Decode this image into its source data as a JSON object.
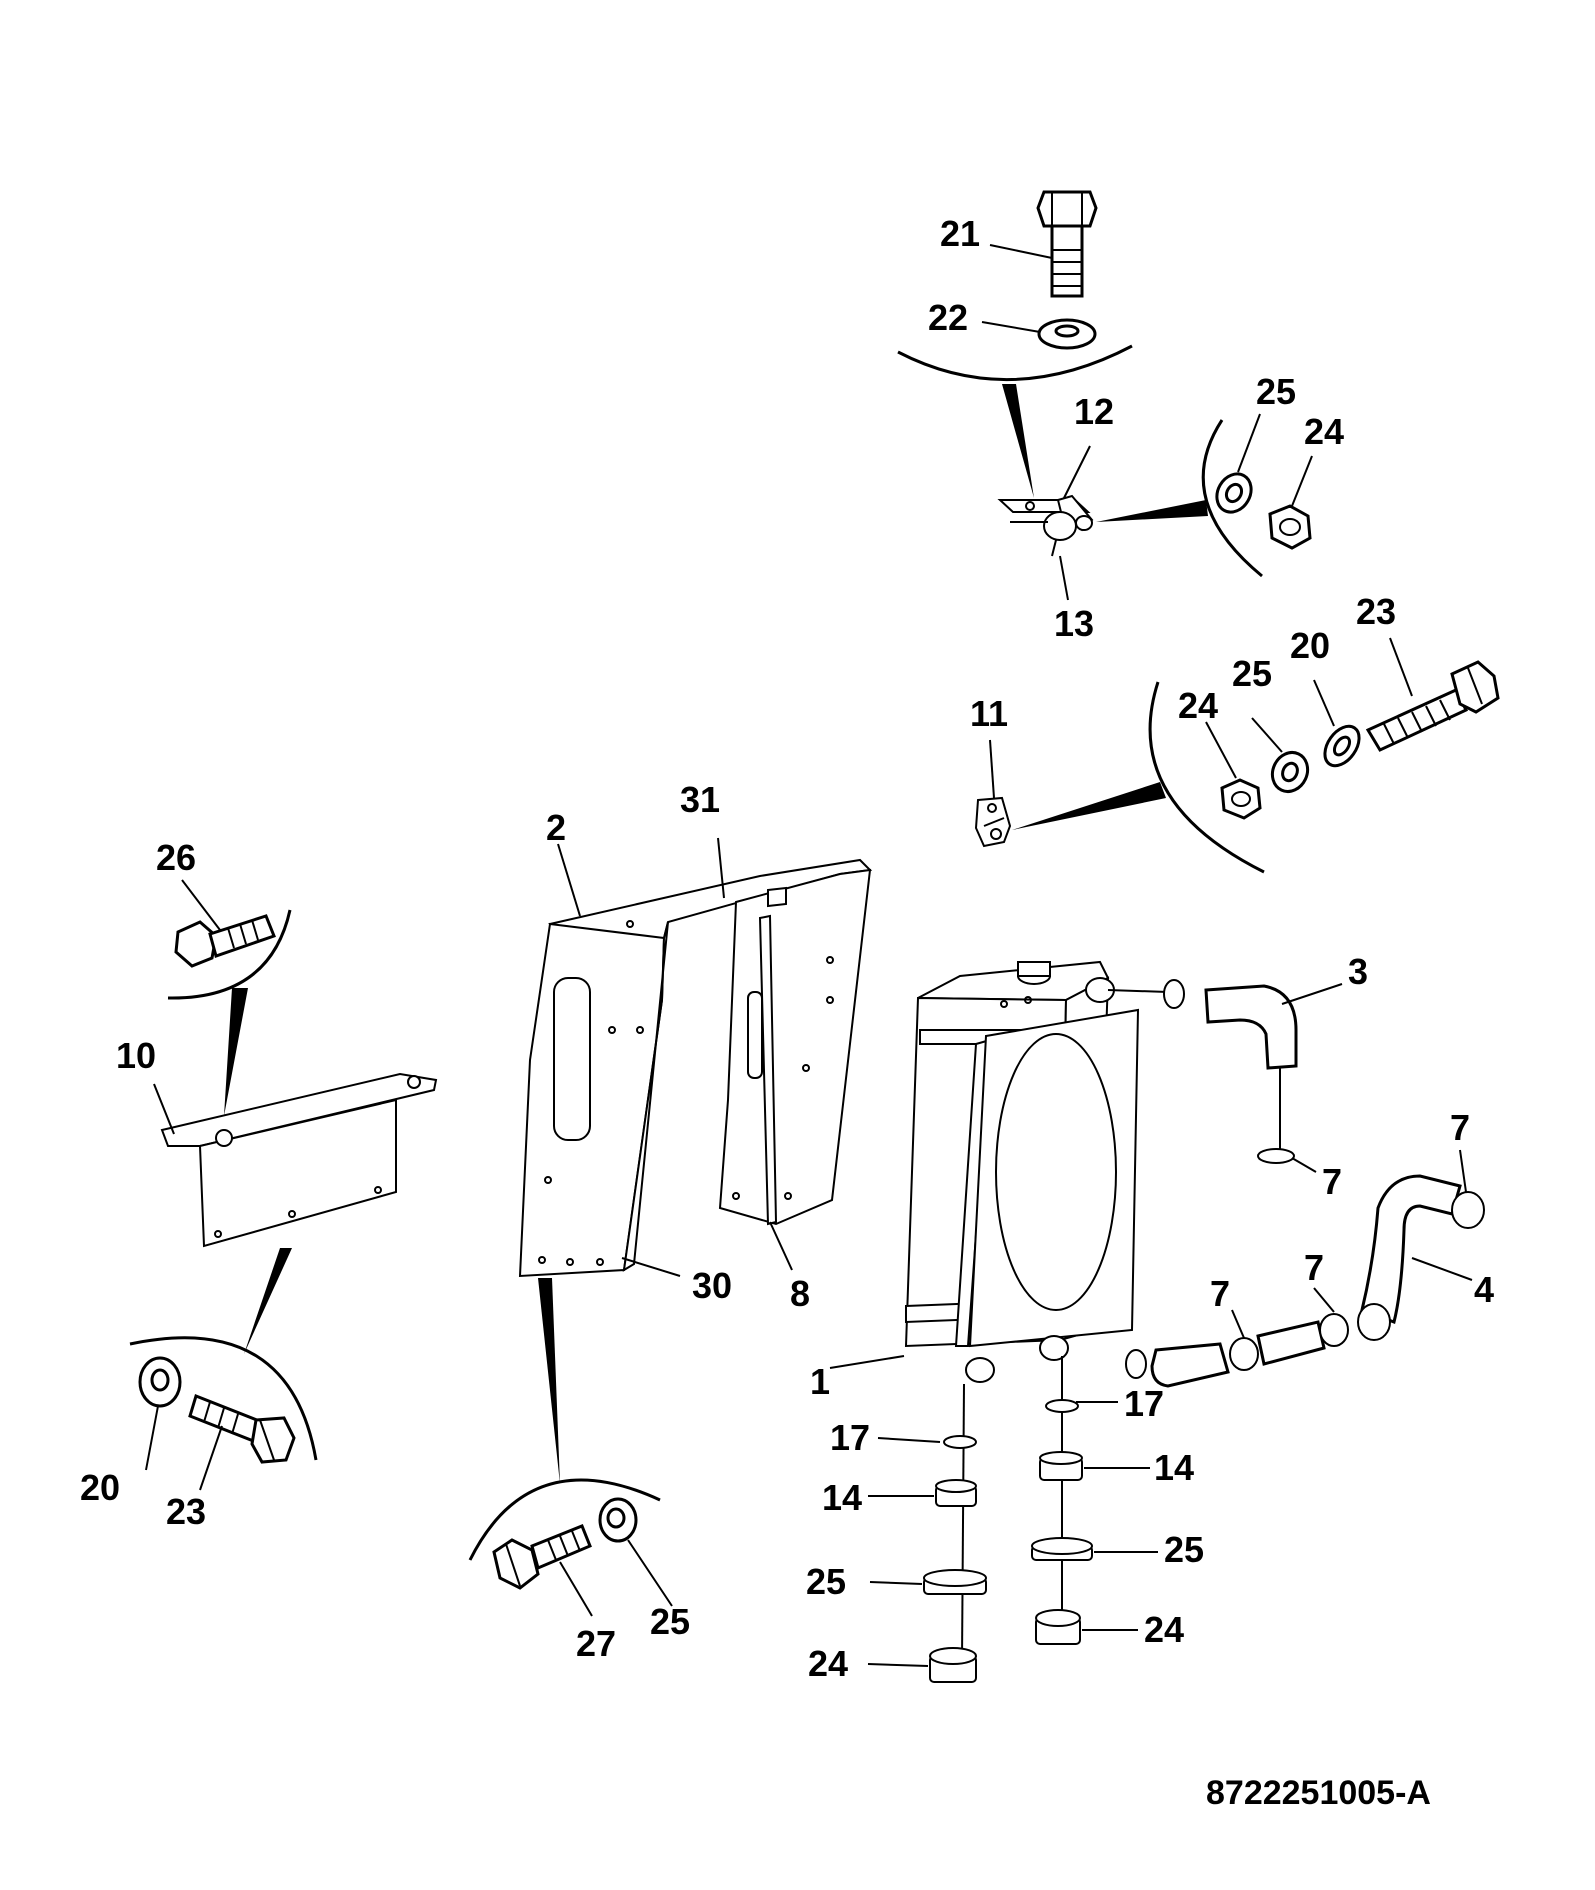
{
  "drawing_ref": "8722251005-A",
  "callouts": {
    "c21": "21",
    "c22": "22",
    "c12": "12",
    "c25a": "25",
    "c24a": "24",
    "c13": "13",
    "c11": "11",
    "c24b": "24",
    "c25b": "25",
    "c20a": "20",
    "c23a": "23",
    "c26": "26",
    "c10": "10",
    "c20b": "20",
    "c23b": "23",
    "c2": "2",
    "c31": "31",
    "c30": "30",
    "c8": "8",
    "c27": "27",
    "c25c": "25",
    "c3": "3",
    "c7a": "7",
    "c7b": "7",
    "c7c": "7",
    "c7d": "7",
    "c4": "4",
    "c1": "1",
    "c17a": "17",
    "c14a": "14",
    "c25d": "25",
    "c24c": "24",
    "c17b": "17",
    "c14b": "14",
    "c25e": "25",
    "c24d": "24"
  }
}
